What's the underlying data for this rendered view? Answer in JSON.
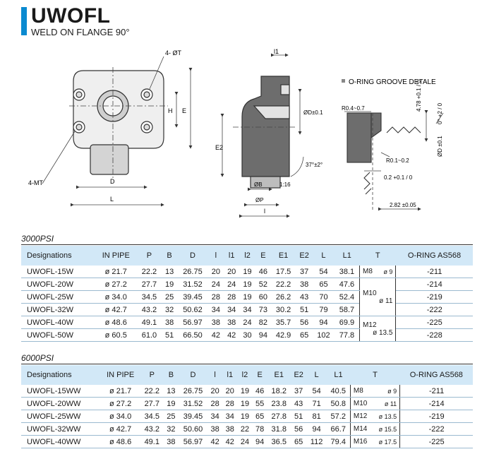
{
  "header": {
    "title": "UWOFL",
    "subtitle": "WELD ON FLANGE 90°",
    "accent_color": "#0a8ad0"
  },
  "drawing": {
    "front_labels": {
      "holes_t": "4- ØT",
      "holes_mt": "4-MT",
      "h": "H",
      "e": "E",
      "d": "D",
      "l": "L"
    },
    "side_labels": {
      "l1": "l1",
      "e2": "E2",
      "d_tol": "ØD±0.1",
      "angle": "37°±2°",
      "b": "ØB",
      "ratio": "1:16",
      "p": "ØP",
      "l": "l"
    },
    "groove_labels": {
      "heading": "O-RING GROOVE DETALE",
      "r1": "R0.4~0.7",
      "r2": "R0.1~0.2",
      "depth": "4.78 +0.1 / 0",
      "angle": "0° +2 / 0",
      "d": "ØD ±0.1",
      "gap": "0.2 +0.1 / 0",
      "width": "2.82 ±0.05"
    }
  },
  "tables": [
    {
      "label": "3000PSI",
      "headers": [
        "Designations",
        "IN PIPE",
        "P",
        "B",
        "D",
        "l",
        "l1",
        "l2",
        "E",
        "E1",
        "E2",
        "L",
        "L1",
        "T",
        "O-RING AS568"
      ],
      "rows": [
        [
          "UWOFL-15W",
          "ø 21.7",
          "22.2",
          "13",
          "26.75",
          "20",
          "20",
          "19",
          "46",
          "17.5",
          "37",
          "54",
          "38.1",
          "-211"
        ],
        [
          "UWOFL-20W",
          "ø 27.2",
          "27.7",
          "19",
          "31.52",
          "24",
          "24",
          "19",
          "52",
          "22.2",
          "38",
          "65",
          "47.6",
          "-214"
        ],
        [
          "UWOFL-25W",
          "ø 34.0",
          "34.5",
          "25",
          "39.45",
          "28",
          "28",
          "19",
          "60",
          "26.2",
          "43",
          "70",
          "52.4",
          "-219"
        ],
        [
          "UWOFL-32W",
          "ø 42.7",
          "43.2",
          "32",
          "50.62",
          "34",
          "34",
          "34",
          "73",
          "30.2",
          "51",
          "79",
          "58.7",
          "-222"
        ],
        [
          "UWOFL-40W",
          "ø 48.6",
          "49.1",
          "38",
          "56.97",
          "38",
          "38",
          "24",
          "82",
          "35.7",
          "56",
          "94",
          "69.9",
          "-225"
        ],
        [
          "UWOFL-50W",
          "ø 60.5",
          "61.0",
          "51",
          "66.50",
          "42",
          "42",
          "30",
          "94",
          "42.9",
          "65",
          "102",
          "77.8",
          "-228"
        ]
      ],
      "t_groups": [
        {
          "m": "M8",
          "d": "ø 9"
        },
        {
          "m": "M10",
          "d": "ø 11"
        },
        {
          "m": "M12",
          "d": "ø 13.5"
        }
      ]
    },
    {
      "label": "6000PSI",
      "headers": [
        "Designations",
        "IN PIPE",
        "P",
        "B",
        "D",
        "l",
        "l1",
        "l2",
        "E",
        "E1",
        "E2",
        "L",
        "L1",
        "T",
        "O-RING AS568"
      ],
      "rows": [
        [
          "UWOFL-15WW",
          "ø 21.7",
          "22.2",
          "13",
          "26.75",
          "20",
          "20",
          "19",
          "46",
          "18.2",
          "37",
          "54",
          "40.5",
          "-211"
        ],
        [
          "UWOFL-20WW",
          "ø 27.2",
          "27.7",
          "19",
          "31.52",
          "28",
          "28",
          "19",
          "55",
          "23.8",
          "43",
          "71",
          "50.8",
          "-214"
        ],
        [
          "UWOFL-25WW",
          "ø 34.0",
          "34.5",
          "25",
          "39.45",
          "34",
          "34",
          "19",
          "65",
          "27.8",
          "51",
          "81",
          "57.2",
          "-219"
        ],
        [
          "UWOFL-32WW",
          "ø 42.7",
          "43.2",
          "32",
          "50.60",
          "38",
          "38",
          "22",
          "78",
          "31.8",
          "56",
          "94",
          "66.7",
          "-222"
        ],
        [
          "UWOFL-40WW",
          "ø 48.6",
          "49.1",
          "38",
          "56.97",
          "42",
          "42",
          "24",
          "94",
          "36.5",
          "65",
          "112",
          "79.4",
          "-225"
        ]
      ],
      "t_rows": [
        {
          "m": "M8",
          "d": "ø 9"
        },
        {
          "m": "M10",
          "d": "ø 11"
        },
        {
          "m": "M12",
          "d": "ø 13.5"
        },
        {
          "m": "M14",
          "d": "ø 15.5"
        },
        {
          "m": "M16",
          "d": "ø 17.5"
        }
      ]
    }
  ]
}
